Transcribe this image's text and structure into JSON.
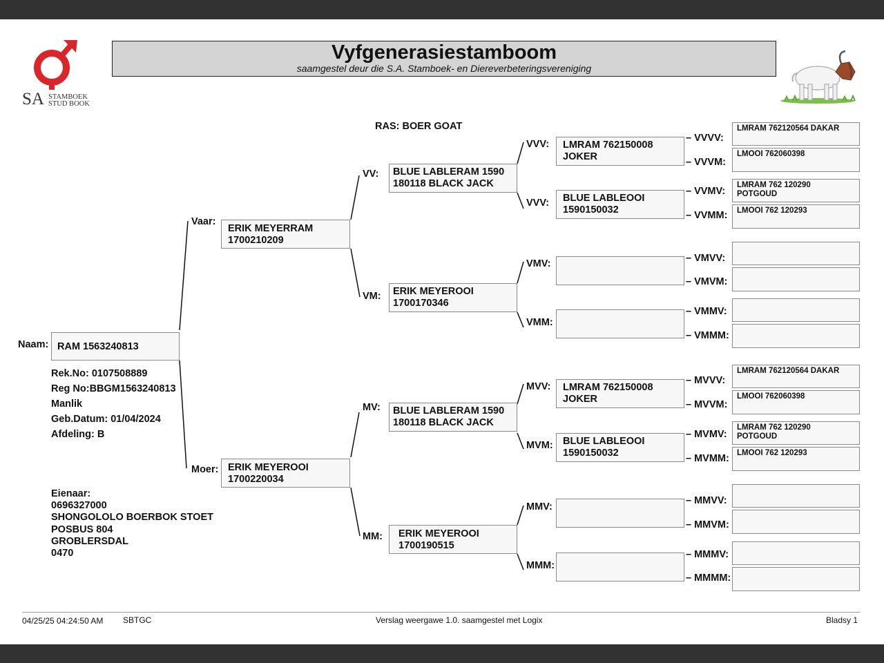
{
  "header": {
    "title": "Vyfgenerasiestamboom",
    "subtitle": "saamgestel deur die S.A. Stamboek- en Diereverbeteringsvereniging",
    "logo": {
      "icon": "sa-studbook-logo",
      "prefix": "SA",
      "line1": "STAMBOEK",
      "line2": "STUD BOOK",
      "color": "#d9262b"
    },
    "mascot": "boer-goat-illustration"
  },
  "breed": "RAS: BOER GOAT",
  "animal": {
    "name_label": "Naam:",
    "name": "RAM 1563240813",
    "details": [
      "Rek.No: 0107508889",
      "Reg No:BBGM1563240813",
      "Manlik",
      "Geb.Datum: 01/04/2024",
      "Afdeling: B"
    ]
  },
  "owner": {
    "label": "Eienaar:",
    "lines": [
      "0696327000",
      "SHONGOLOLO BOERBOK STOET",
      "POSBUS 804",
      "GROBLERSDAL",
      "0470"
    ]
  },
  "gen1": {
    "sire": {
      "label": "Vaar:",
      "line1": "ERIK MEYERRAM",
      "line2": "1700210209"
    },
    "dam": {
      "label": "Moer:",
      "line1": "ERIK MEYEROOI",
      "line2": "1700220034"
    }
  },
  "gen2": {
    "vv": {
      "label": "VV:",
      "line1": "BLUE LABLERAM 1590",
      "line2": "180118 BLACK JACK"
    },
    "vm": {
      "label": "VM:",
      "line1": "ERIK MEYEROOI",
      "line2": "1700170346"
    },
    "mv": {
      "label": "MV:",
      "line1": "BLUE LABLERAM 1590",
      "line2": "180118 BLACK JACK"
    },
    "mm": {
      "label": "MM:",
      "line1": "ERIK MEYEROOI",
      "line2": "1700190515"
    }
  },
  "gen3": {
    "vvv1": {
      "label": "VVV:",
      "line1": "LMRAM 762150008",
      "line2": "JOKER"
    },
    "vvv2": {
      "label": "VVV:",
      "line1": "BLUE LABLEOOI",
      "line2": "1590150032"
    },
    "vmv": {
      "label": "VMV:",
      "line1": "",
      "line2": ""
    },
    "vmm": {
      "label": "VMM:",
      "line1": "",
      "line2": ""
    },
    "mvv": {
      "label": "MVV:",
      "line1": "LMRAM 762150008",
      "line2": "JOKER"
    },
    "mvm": {
      "label": "MVM:",
      "line1": "BLUE LABLEOOI",
      "line2": "1590150032"
    },
    "mmv": {
      "label": "MMV:",
      "line1": "",
      "line2": ""
    },
    "mmm": {
      "label": "MMM:",
      "line1": "",
      "line2": ""
    }
  },
  "gen4": {
    "vvvv": {
      "label": "– VVVV:",
      "line1": "LMRAM 762120564  DAKAR",
      "line2": ""
    },
    "vvvm": {
      "label": "– VVVM:",
      "line1": "LMOOI 762060398",
      "line2": ""
    },
    "vvmv": {
      "label": "– VVMV:",
      "line1": "LMRAM 762 120290",
      "line2": "POTGOUD"
    },
    "vvmm": {
      "label": "– VVMM:",
      "line1": "LMOOI 762 120293",
      "line2": ""
    },
    "vmvv": {
      "label": "– VMVV:",
      "line1": "",
      "line2": ""
    },
    "vmvm": {
      "label": "– VMVM:",
      "line1": "",
      "line2": ""
    },
    "vmmv": {
      "label": "– VMMV:",
      "line1": "",
      "line2": ""
    },
    "vmmm": {
      "label": "– VMMM:",
      "line1": "",
      "line2": ""
    },
    "mvvv": {
      "label": "– MVVV:",
      "line1": "LMRAM 762120564  DAKAR",
      "line2": ""
    },
    "mvvm": {
      "label": "– MVVM:",
      "line1": "LMOOI 762060398",
      "line2": ""
    },
    "mvmv": {
      "label": "– MVMV:",
      "line1": "LMRAM 762 120290",
      "line2": "POTGOUD"
    },
    "mvmm": {
      "label": "– MVMM:",
      "line1": "LMOOI 762 120293",
      "line2": ""
    },
    "mmvv": {
      "label": "– MMVV:",
      "line1": "",
      "line2": ""
    },
    "mmvm": {
      "label": "– MMVM:",
      "line1": "",
      "line2": ""
    },
    "mmmv": {
      "label": "– MMMV:",
      "line1": "",
      "line2": ""
    },
    "mmmm": {
      "label": "– MMMM:",
      "line1": "",
      "line2": ""
    }
  },
  "footer": {
    "timestamp": "04/25/25 04:24:50 AM",
    "code": "SBTGC",
    "report": "Verslag weergawe 1.0. saamgestel met Logix",
    "page": "Bladsy 1"
  }
}
